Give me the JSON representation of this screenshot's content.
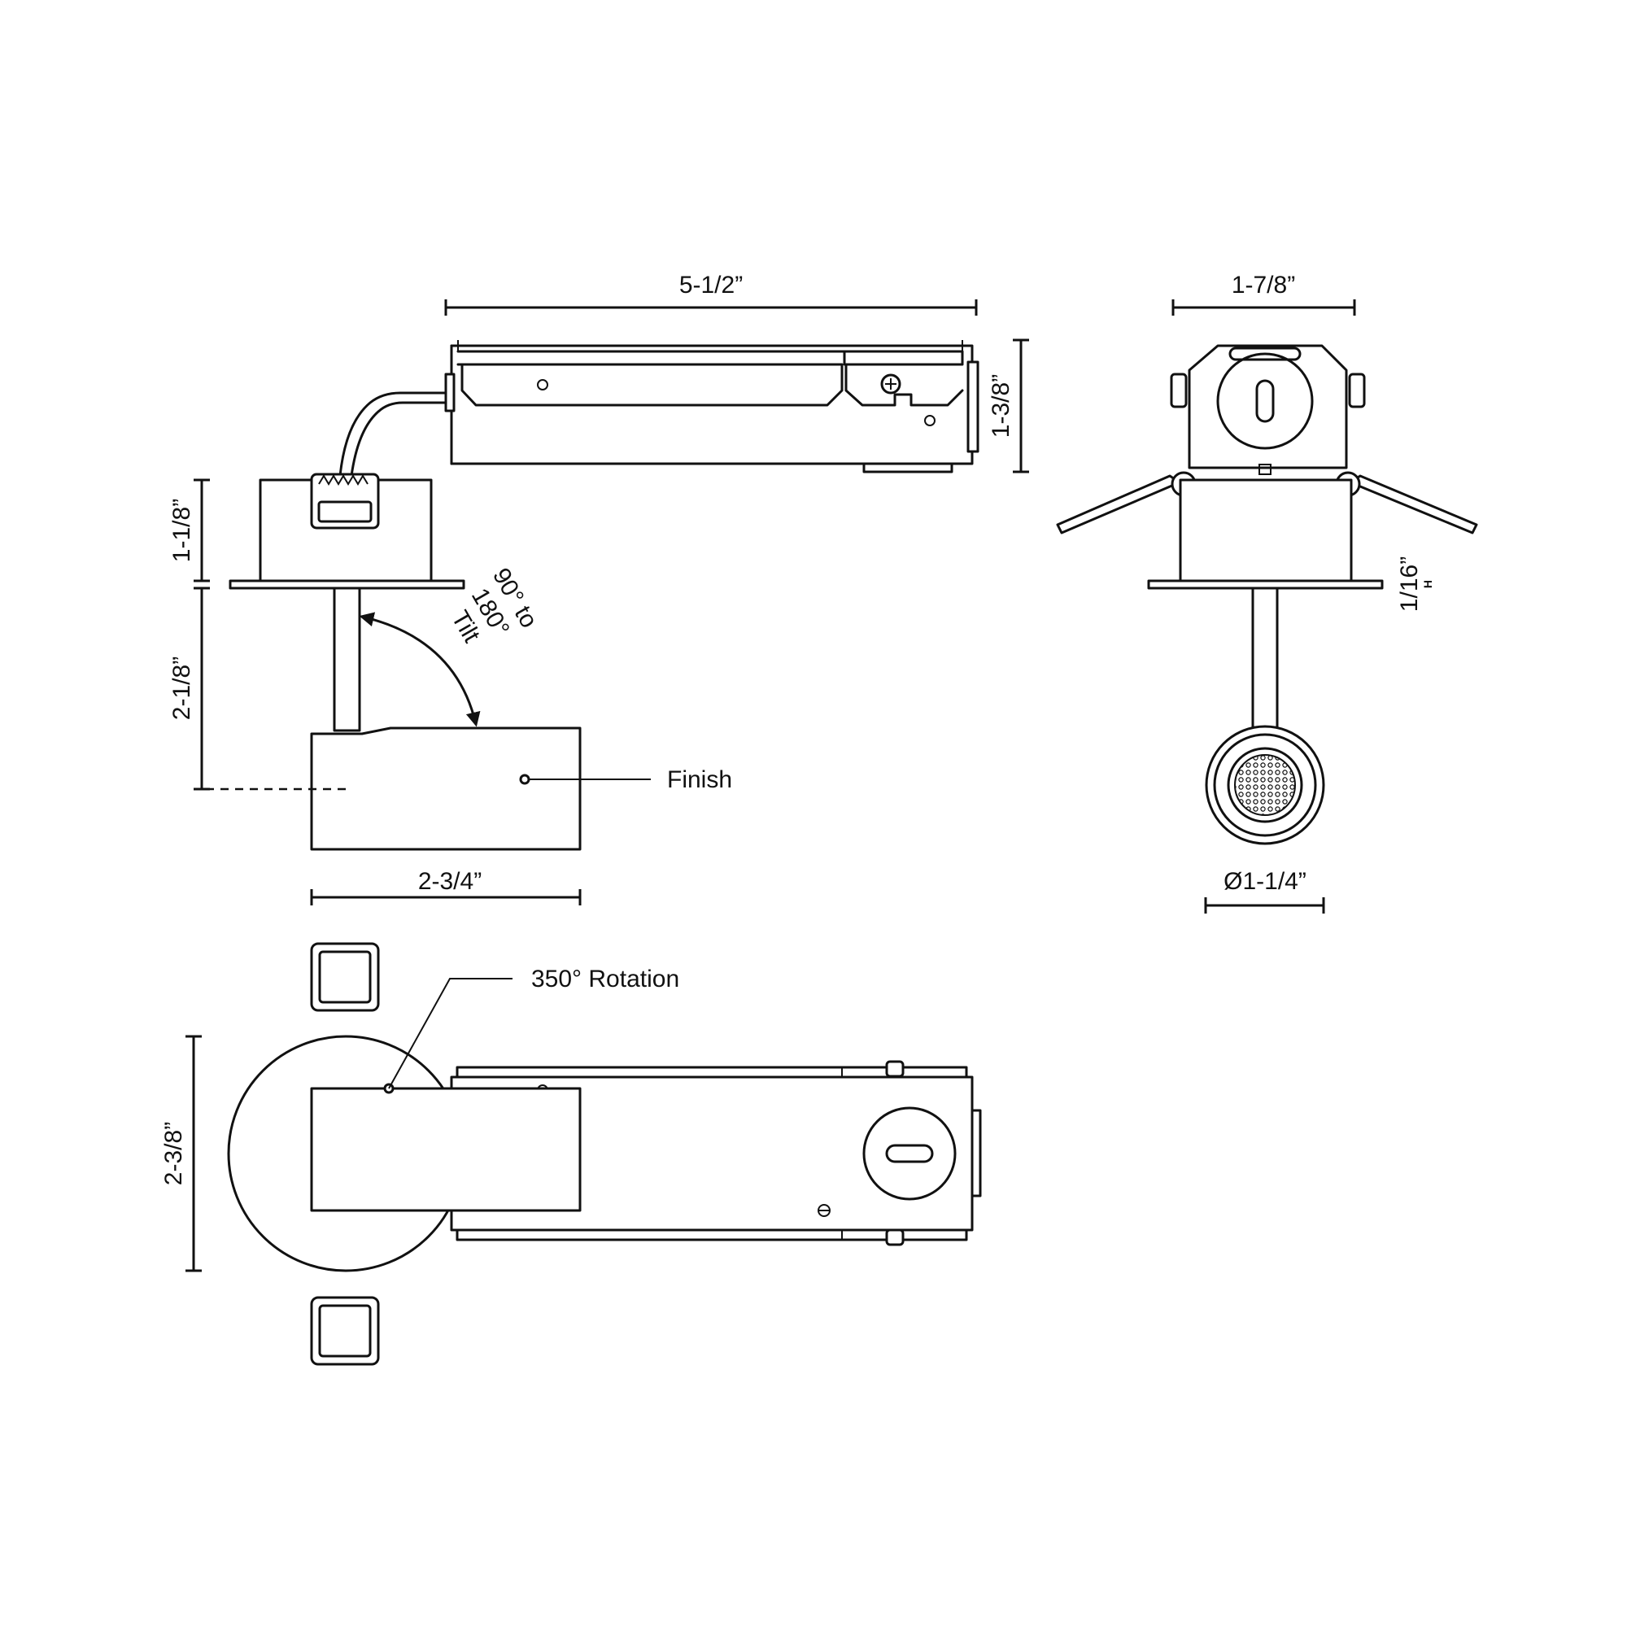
{
  "dimensions": {
    "housing_length": "5-1/2”",
    "housing_height": "1-3/8”",
    "trim_height": "1-1/8”",
    "drop_length": "2-1/8”",
    "head_length": "2-3/4”",
    "end_width": "1-7/8”",
    "flange_thickness": "1/16”",
    "flange_thickness_suffix": "H",
    "aperture_diameter": "Ø1-1/4”",
    "plan_width": "2-3/8”"
  },
  "callouts": {
    "tilt_line1": "90° to",
    "tilt_line2": "180°",
    "tilt_line3": "Tilt",
    "finish": "Finish",
    "rotation": "350° Rotation"
  },
  "colors": {
    "line": "#111111",
    "background": "#ffffff"
  }
}
